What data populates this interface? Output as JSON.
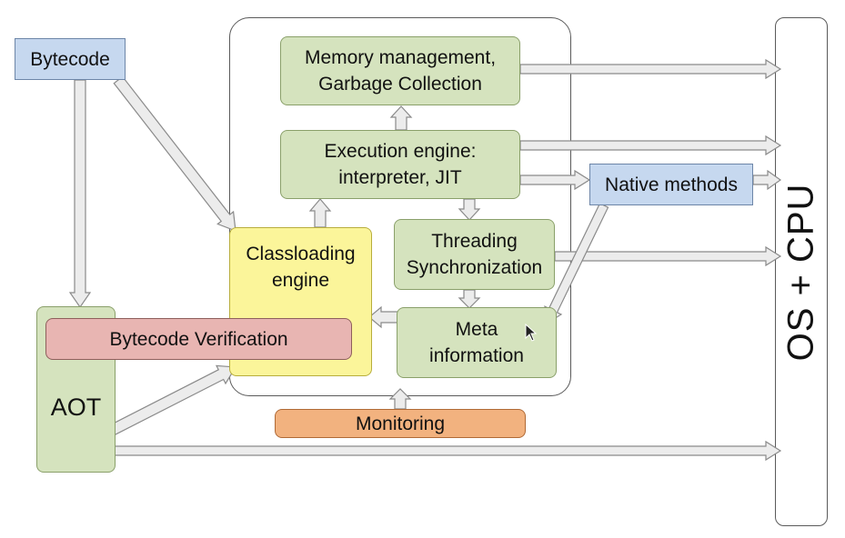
{
  "diagram": {
    "nodes": {
      "bytecode": "Bytecode",
      "memory": "Memory management,\nGarbage Collection",
      "execution": "Execution engine:\ninterpreter, JIT",
      "native": "Native methods",
      "threading": "Threading\nSynchronization",
      "classloading": "Classloading\nengine",
      "meta": "Meta\ninformation",
      "verification": "Bytecode Verification",
      "aot": "AOT",
      "monitoring": "Monitoring",
      "os_cpu": "OS + CPU"
    },
    "colors": {
      "green": "#d5e3be",
      "blue": "#c6d8ef",
      "yellow": "#fbf59a",
      "pink": "#e8b5b2",
      "orange": "#f2b27f",
      "arrow": "#ececec"
    }
  }
}
